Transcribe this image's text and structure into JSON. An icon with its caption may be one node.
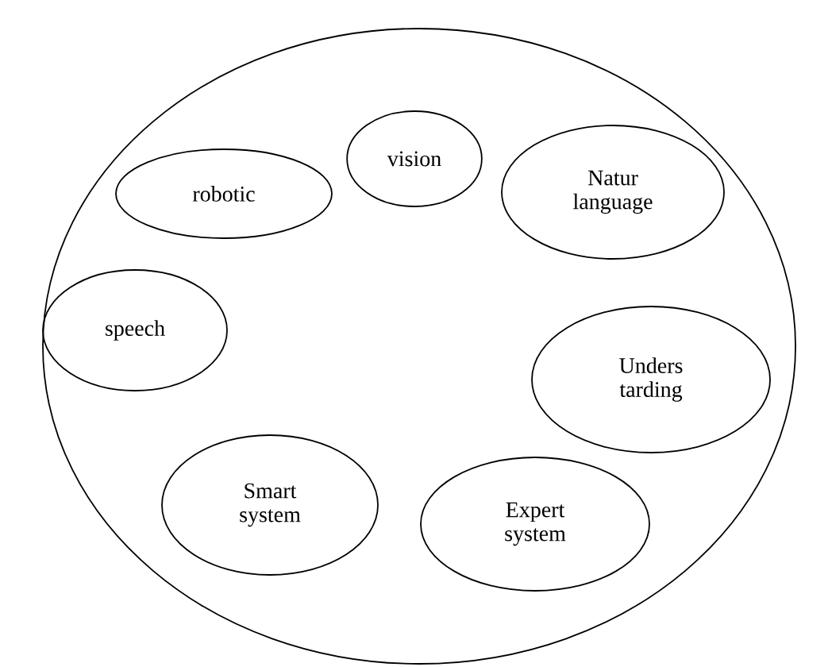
{
  "diagram": {
    "nodes": [
      {
        "text": [],
        "shape": "circle"
      },
      {
        "text": [
          "vision"
        ],
        "in": 0
      },
      {
        "text": [
          "robotic"
        ],
        "in": 0
      },
      {
        "text": [
          "Natur language"
        ],
        "in": 0
      },
      {
        "text": [
          "speech"
        ],
        "in": 0
      },
      {
        "text": [
          "Unders tarding"
        ],
        "in": 0
      },
      {
        "text": [
          "Smart system"
        ],
        "in": 0
      },
      {
        "text": [
          "Expert system"
        ],
        "in": 0
      }
    ]
  }
}
